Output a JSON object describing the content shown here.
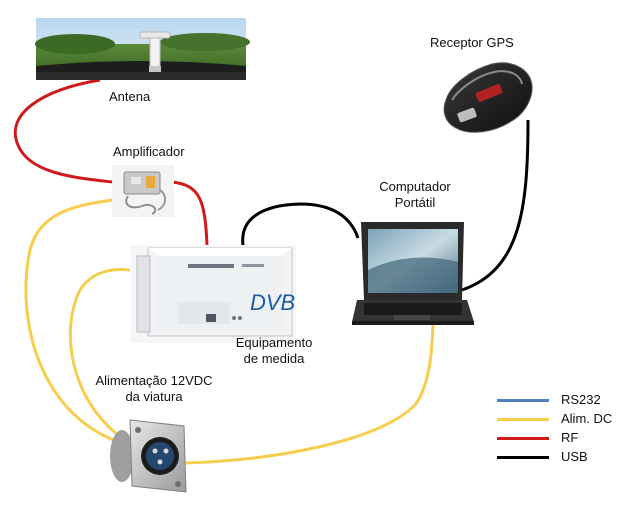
{
  "nodes": {
    "antenna": "Antena",
    "amplifier": "Amplificador",
    "laptop_line1": "Computador",
    "laptop_line2": "Portátil",
    "gps": "Receptor GPS",
    "equipment_line1": "Equipamento",
    "equipment_line2": "de medida",
    "power_line1": "Alimentação 12VDC",
    "power_line2": "da viatura",
    "equipment_screen_text": "DVB"
  },
  "legend": [
    {
      "label": "RS232",
      "color": "#4f81bd"
    },
    {
      "label": "Alim. DC",
      "color": "#f6cd4c"
    },
    {
      "label": "RF",
      "color": "#d0191b"
    },
    {
      "label": "USB",
      "color": "#000000"
    }
  ],
  "colors": {
    "rf": "#d0191b",
    "usb": "#000000",
    "dc": "#f6cd4c",
    "rs232": "#4f81bd"
  }
}
